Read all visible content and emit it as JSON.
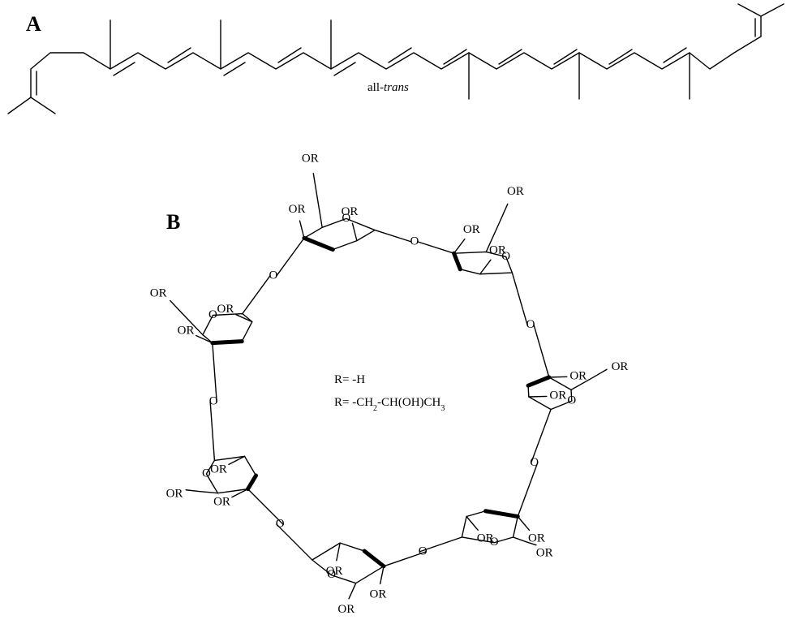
{
  "panels": {
    "a": {
      "label": "A",
      "caption_prefix": "all-",
      "caption_italic": "trans"
    },
    "b": {
      "label": "B",
      "ring_substituent": "OR",
      "glycosidic_oxygen": "O",
      "ring_oxygen": "O",
      "r_definition_1": "R= -H",
      "r_definition_2_main": "R= -CH",
      "r_definition_2_sub": "2",
      "r_definition_2_tail": "-CH(OH)CH",
      "r_definition_2_sub2": "3"
    }
  }
}
